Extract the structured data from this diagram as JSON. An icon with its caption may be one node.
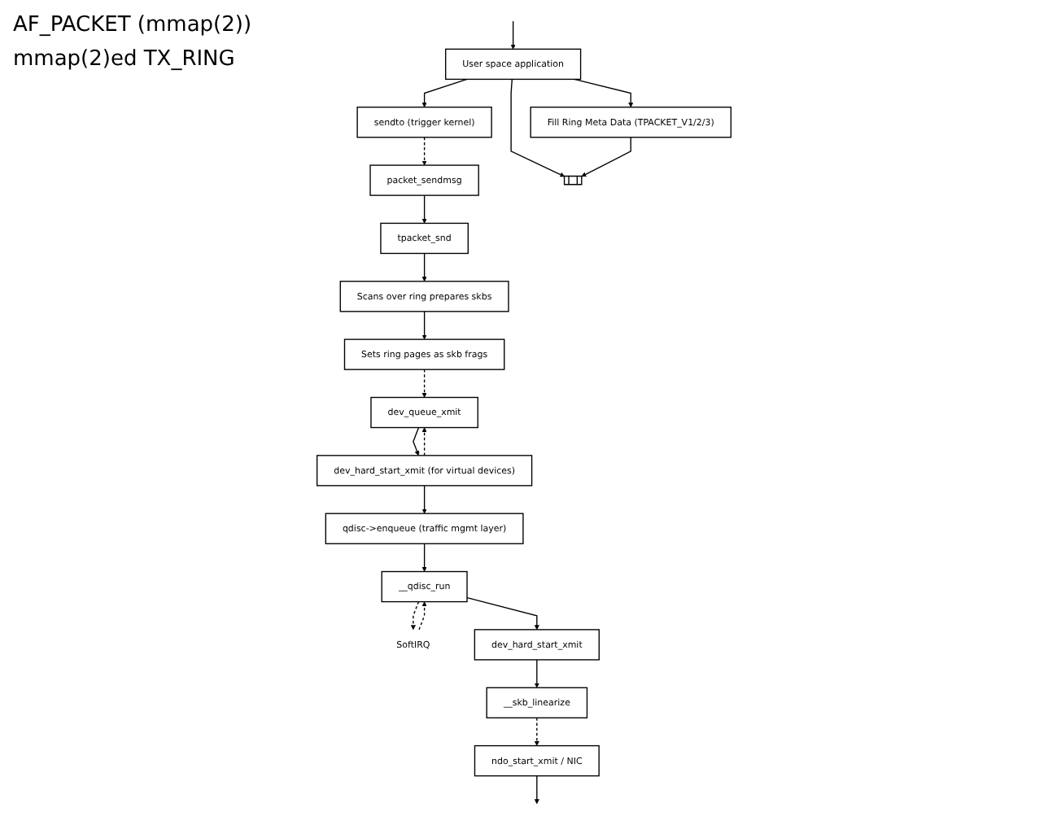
{
  "diagram": {
    "nodes": [
      {
        "text": [
          "Sets ring pages as skb frags"
        ]
      },
      {
        "text": [
          "Scans over ring prepares skbs"
        ]
      },
      {
        "text": [
          "tpacket_snd"
        ]
      },
      {
        "text": [
          "packet_sendmsg"
        ]
      },
      {
        "text": [],
        "shape": "bar"
      },
      {
        "text": [
          "sendto (trigger kernel)"
        ]
      },
      {
        "text": [
          "Fill Ring Meta Data (TPACKET_V1/2/3)"
        ]
      },
      {
        "text": [
          "User space application"
        ]
      },
      {
        "text": [
          "dev_queue_xmit"
        ]
      },
      {
        "text": [
          "dev_hard_start_xmit (for virtual devices)"
        ]
      },
      {
        "text": [
          "qdisc->enqueue (traffic mgmt layer)"
        ]
      },
      {
        "text": [
          "SoftIRQ"
        ]
      },
      {
        "text": [
          "__qdisc_run"
        ]
      },
      {
        "text": [
          "dev_hard_start_xmit"
        ]
      },
      {
        "text": [
          "__skb_linearize"
        ]
      },
      {
        "text": [
          "ndo_start_xmit / NIC"
        ]
      }
    ],
    "edges": [
      {
        "from": null,
        "to": 7,
        "arrow": "to"
      },
      {
        "from": 7,
        "to": 5,
        "arrow": "to"
      },
      {
        "from": 7,
        "to": 4,
        "arrow": "to"
      },
      {
        "from": 7,
        "to": 6,
        "arrow": "to"
      },
      {
        "from": 6,
        "to": 4,
        "arrow": "to"
      },
      {
        "from": 5,
        "to": 3,
        "arrow": "to",
        "style": "dashed"
      },
      {
        "from": 3,
        "to": 2,
        "arrow": "to"
      },
      {
        "from": 2,
        "to": 1,
        "arrow": "to"
      },
      {
        "from": 1,
        "to": 0,
        "arrow": "to"
      },
      {
        "from": 0,
        "to": 8,
        "arrow": "to",
        "style": "dashed"
      },
      {
        "from": 8,
        "to": 9,
        "arrow": "to"
      },
      {
        "from": 9,
        "to": 8,
        "arrow": "to",
        "style": "dashed"
      },
      {
        "from": 9,
        "to": 10,
        "arrow": "to"
      },
      {
        "from": 10,
        "to": 12,
        "arrow": "to"
      },
      {
        "from": 12,
        "to": 11,
        "arrow": "to",
        "style": "dashed"
      },
      {
        "from": 11,
        "to": 12,
        "arrow": "to",
        "style": "dashed"
      },
      {
        "from": 12,
        "to": 13,
        "arrow": "to"
      },
      {
        "from": 13,
        "to": 14,
        "arrow": "to"
      },
      {
        "from": 14,
        "to": 15,
        "arrow": "to",
        "style": "dashed"
      },
      {
        "from": 15,
        "to": null,
        "arrow": "to"
      }
    ],
    "labels": [
      "AF_PACKET (mmap(2))",
      "mmap(2)ed TX_RING"
    ]
  }
}
